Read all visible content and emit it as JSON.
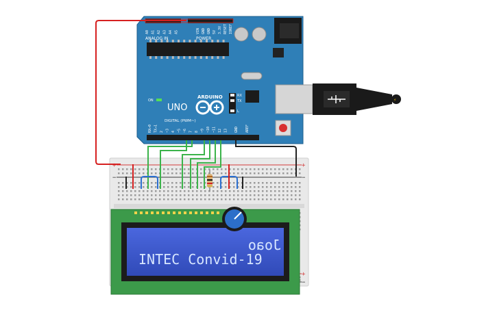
{
  "arduino": {
    "brand": "ARDUINO",
    "model": "UNO",
    "label_on": "ON",
    "label_tx": "TX",
    "label_rx": "RX",
    "label_l": "L",
    "label_analog": "ANALOG IN",
    "label_power": "POWER",
    "label_digital": "DIGITAL (PWM~)",
    "label_aref": "AREF",
    "label_gnd": "GND",
    "analog_pins": [
      "A0",
      "A1",
      "A2",
      "A3",
      "A4",
      "A5"
    ],
    "power_pins": [
      "VIN",
      "GND",
      "GND",
      "5V",
      "3.3V",
      "RESET",
      "IOREF"
    ],
    "digital_pins": [
      "13",
      "12",
      "~11",
      "~10",
      "~9",
      "8",
      "7",
      "~6",
      "~5",
      "4",
      "~3",
      "2",
      "TX→1",
      "RX←0"
    ]
  },
  "lcd": {
    "line1": "Joao",
    "line2": "INTEC Convid-19"
  },
  "breadboard": {
    "plus": "+",
    "minus": "−"
  },
  "colors": {
    "board": "#2f7fb7",
    "breadboard": "#e8e8e8",
    "lcd_pcb": "#3c9a4a",
    "lcd_screen": "#3552c8",
    "wire_red": "#d62020",
    "wire_green": "#3bb34a",
    "wire_blue": "#2b6fd0",
    "wire_black": "#222222",
    "pot": "#2c6fc9"
  }
}
